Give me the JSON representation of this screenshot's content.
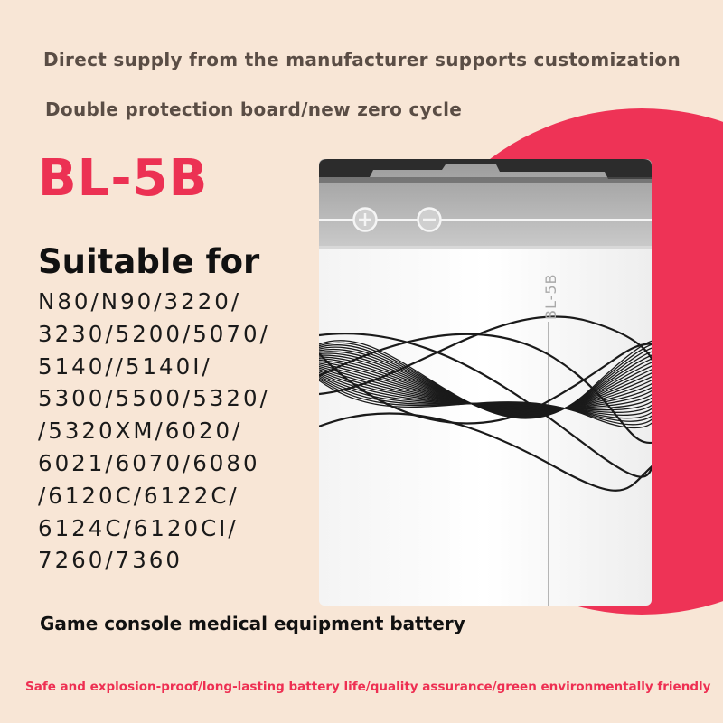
{
  "headline_1": "Direct supply from the manufacturer supports customization",
  "headline_2": "Double protection board/new zero cycle",
  "model_name": "BL-5B",
  "suitable_heading": "Suitable for",
  "compatible_models": [
    "N80/N90/3220/",
    "3230/5200/5070/",
    "5140//5140I/",
    "5300/5500/5320/",
    "/5320XM/6020/",
    "6021/6070/6080",
    "/6120C/6122C/",
    "6124C/6120CI/",
    "7260/7360"
  ],
  "usage_note": "Game console medical equipment battery",
  "footer_features": "Safe and explosion-proof/long-lasting battery life/quality assurance/green environmentally friendly",
  "battery": {
    "label": "BL-5B",
    "terminal_positive": "+",
    "terminal_negative": "−",
    "icons": [
      "plus-terminal-icon",
      "minus-terminal-icon"
    ]
  },
  "colors": {
    "background": "#f8e6d6",
    "accent_red": "#ee3356",
    "headline_text": "#5a4d45",
    "body_text": "#111111"
  }
}
